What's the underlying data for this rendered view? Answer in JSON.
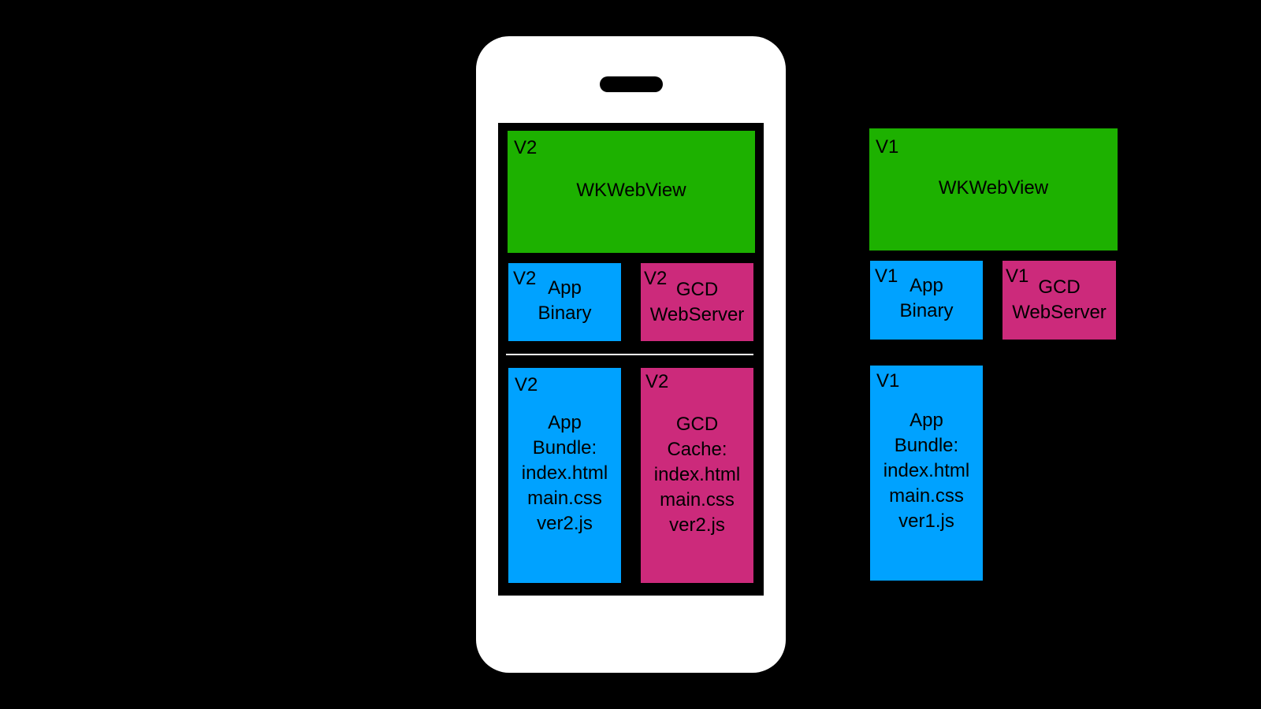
{
  "colors": {
    "background": "#000000",
    "phone": "#ffffff",
    "webview": "#1db100",
    "app": "#00a2ff",
    "gcd": "#cc2a7b"
  },
  "phone": {
    "webview": {
      "version": "V2",
      "label": "WKWebView"
    },
    "app_binary": {
      "version": "V2",
      "label": "App\nBinary"
    },
    "gcd_webserver": {
      "version": "V2",
      "label": "GCD\nWebServer"
    },
    "app_bundle": {
      "version": "V2",
      "label": "App\nBundle:\nindex.html\nmain.css\nver2.js"
    },
    "gcd_cache": {
      "version": "V2",
      "label": "GCD\nCache:\nindex.html\nmain.css\nver2.js"
    }
  },
  "standalone": {
    "webview": {
      "version": "V1",
      "label": "WKWebView"
    },
    "app_binary": {
      "version": "V1",
      "label": "App\nBinary"
    },
    "gcd_webserver": {
      "version": "V1",
      "label": "GCD\nWebServer"
    },
    "app_bundle": {
      "version": "V1",
      "label": "App\nBundle:\nindex.html\nmain.css\nver1.js"
    }
  }
}
